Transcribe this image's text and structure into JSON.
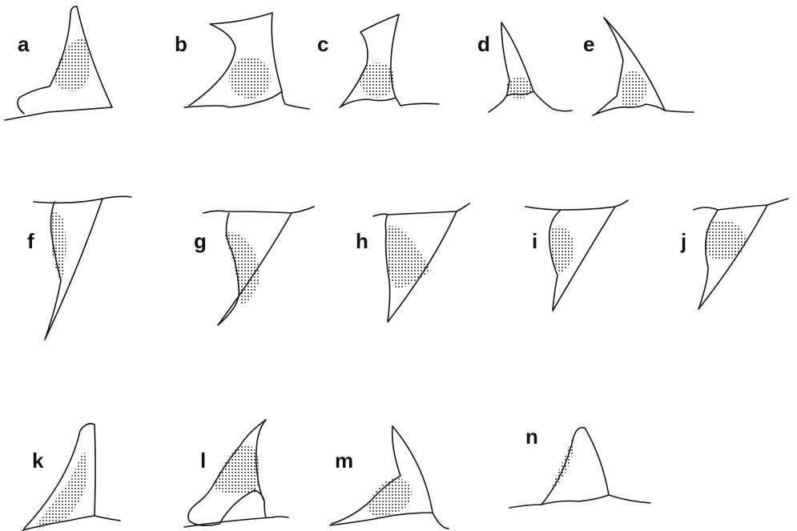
{
  "figure": {
    "panels": [
      {
        "id": "a",
        "label": "a"
      },
      {
        "id": "b",
        "label": "b"
      },
      {
        "id": "c",
        "label": "c"
      },
      {
        "id": "d",
        "label": "d"
      },
      {
        "id": "e",
        "label": "e"
      },
      {
        "id": "f",
        "label": "f"
      },
      {
        "id": "g",
        "label": "g"
      },
      {
        "id": "h",
        "label": "h"
      },
      {
        "id": "i",
        "label": "i"
      },
      {
        "id": "j",
        "label": "j"
      },
      {
        "id": "k",
        "label": "k"
      },
      {
        "id": "l",
        "label": "l"
      },
      {
        "id": "m",
        "label": "m"
      },
      {
        "id": "n",
        "label": "n"
      }
    ],
    "colors": {
      "ink": "#111111",
      "background": "#fefefe"
    }
  }
}
